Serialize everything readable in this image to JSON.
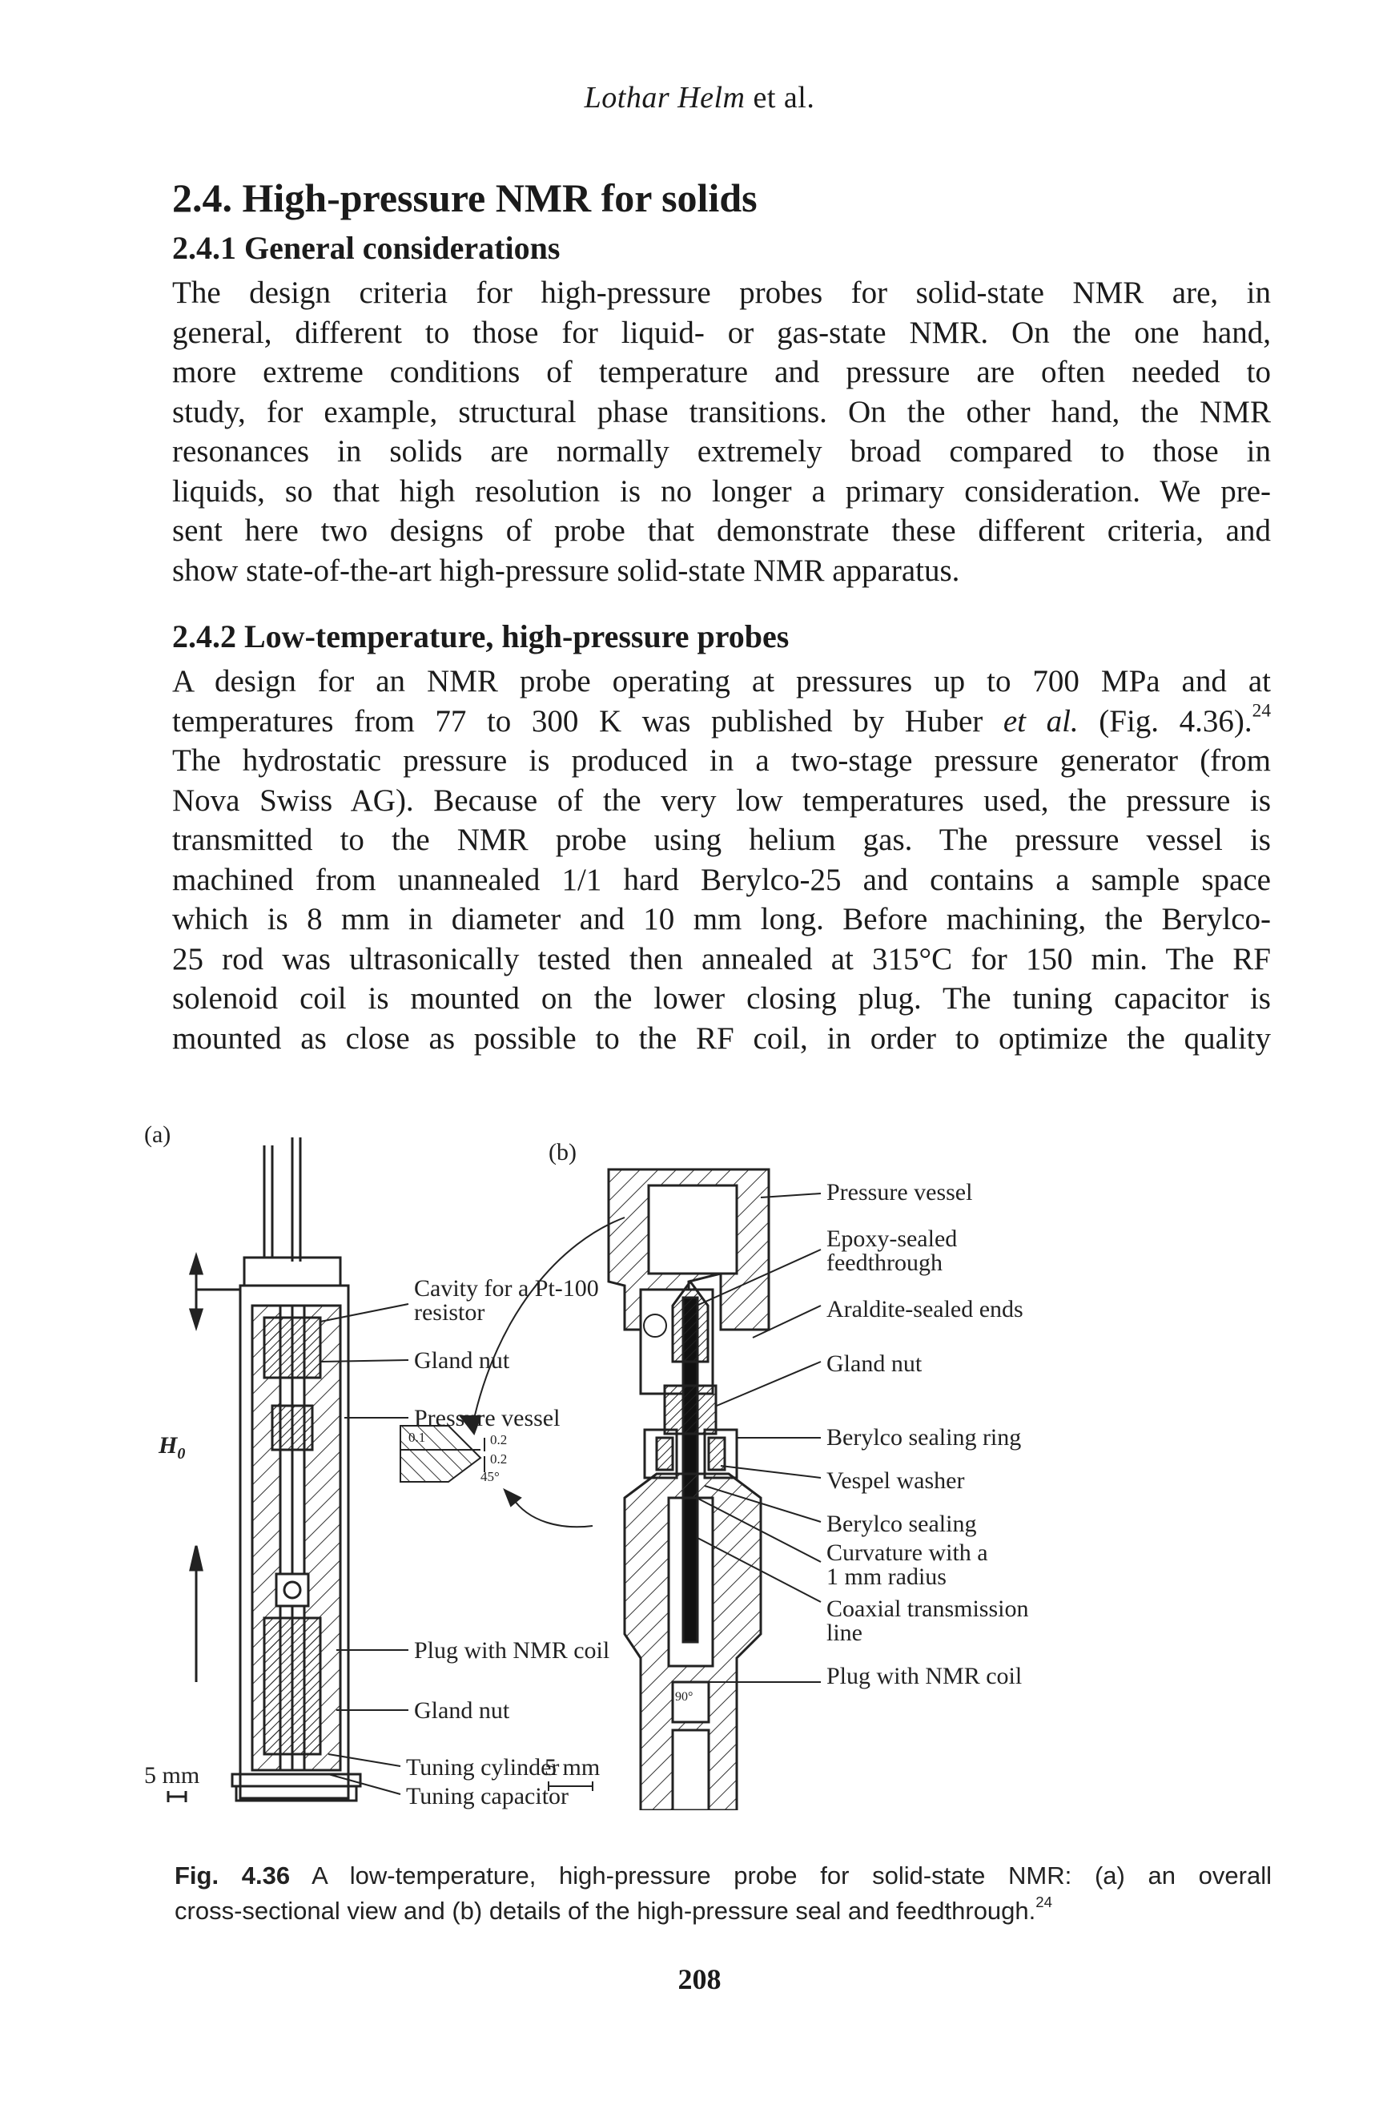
{
  "running_head": {
    "author": "Lothar Helm",
    "etal": " et al."
  },
  "section": {
    "number": "2.4.",
    "title": "High-pressure NMR for solids"
  },
  "subsection1": {
    "heading": "2.4.1 General considerations"
  },
  "para1": [
    "The design criteria for high-pressure probes for solid-state NMR are, in",
    "general, different to those for liquid- or gas-state NMR. On the one hand,",
    "more extreme conditions of temperature and pressure are often needed to",
    "study, for example, structural phase transitions. On the other hand, the NMR",
    "resonances in solids are normally extremely broad compared to those in",
    "liquids, so that high resolution is no longer a primary consideration. We pre-",
    "sent here two designs of probe that demonstrate these different criteria, and",
    "show state-of-the-art high-pressure solid-state NMR apparatus."
  ],
  "subsection2": {
    "heading": "2.4.2 Low-temperature, high-pressure probes"
  },
  "para2": {
    "line1": "A design for an NMR probe operating at pressures up to 700 MPa and at",
    "line2_pre": "temperatures from 77 to 300 K was published by Huber ",
    "line2_etal": "et al.",
    "line2_post": " (Fig. 4.36).",
    "line2_ref": "24",
    "rest": [
      "The hydrostatic pressure is produced in a two-stage pressure generator (from",
      "Nova Swiss AG). Because of the very low temperatures used, the pressure is",
      "transmitted to the NMR probe using helium gas. The pressure vessel is",
      "machined from unannealed 1/1 hard Berylco-25 and contains a sample space",
      "which is 8 mm in diameter and 10 mm long. Before machining, the Berylco-",
      "25 rod was ultrasonically tested then annealed at 315°C for 150 min. The RF",
      "solenoid coil is mounted on the lower closing plug. The tuning capacitor is",
      "mounted as close as possible to the RF coil, in order to optimize the quality"
    ]
  },
  "figure": {
    "panel_a": "(a)",
    "panel_b": "(b)",
    "labels_a": {
      "cavity_1": "Cavity for a Pt-100",
      "cavity_2": "resistor",
      "gland_nut_top": "Gland nut",
      "pressure_vessel": "Pressure vessel",
      "plug": "Plug with NMR coil",
      "gland_nut_bottom": "Gland nut",
      "tuning_cylinder": "Tuning cylinder",
      "tuning_capacitor": "Tuning capacitor",
      "field": "H",
      "field_sub": "0",
      "scale": "5 mm"
    },
    "labels_b": {
      "pressure_vessel": "Pressure vessel",
      "epoxy_1": "Epoxy-sealed",
      "epoxy_2": "feedthrough",
      "araldite": "Araldite-sealed ends",
      "gland_nut": "Gland nut",
      "sealing_ring": "Berylco sealing ring",
      "vespel": "Vespel washer",
      "berylco_sealing": "Berylco sealing",
      "curvature_1": "Curvature with a",
      "curvature_2": "1 mm radius",
      "coax_1": "Coaxial transmission",
      "coax_2": "line",
      "plug": "Plug with NMR coil",
      "scale": "5 mm",
      "detail_01": "0.1",
      "detail_02a": "0.2",
      "detail_02b": "0.2",
      "detail_45": "45°",
      "angle_90": "90°"
    }
  },
  "caption": {
    "label": "Fig. 4.36",
    "line1": " A low-temperature, high-pressure probe for solid-state NMR: (a) an overall",
    "line2": "cross-sectional view and (b) details of the high-pressure seal and feedthrough.",
    "ref": "24"
  },
  "folio": "208",
  "colors": {
    "ink": "#1b1b1b",
    "paper": "#ffffff"
  }
}
